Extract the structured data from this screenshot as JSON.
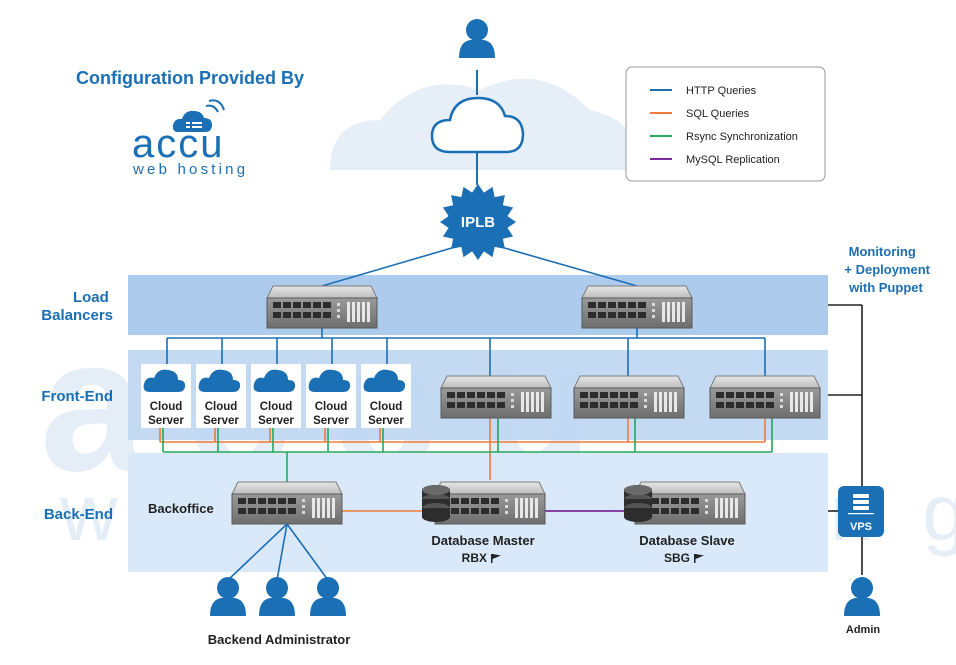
{
  "brand": {
    "heading": "Configuration Provided By",
    "logo_word": "accu",
    "logo_sub": "web hosting",
    "color": "#1b6fb5"
  },
  "legend": [
    {
      "label": "HTTP Queries",
      "color": "#1b6fb5"
    },
    {
      "label": "SQL Queries",
      "color": "#f07a3a"
    },
    {
      "label": "Rsync Synchronization",
      "color": "#23a85c"
    },
    {
      "label": "MySQL Replication",
      "color": "#7b2a9c"
    }
  ],
  "layers": {
    "load_balancers": "Load\nBalancers",
    "front_end": "Front-End",
    "back_end": "Back-End"
  },
  "nodes": {
    "iplb": "IPLB",
    "cloud_server": "Cloud\nServer",
    "backoffice": "Backoffice",
    "db_master": "Database Master",
    "db_master_loc": "RBX",
    "db_slave": "Database Slave",
    "db_slave_loc": "SBG",
    "vps": "VPS",
    "admin": "Admin",
    "backend_admin": "Backend Administrator",
    "monitoring": "Monitoring\n+ Deployment\nwith Puppet"
  },
  "colors": {
    "layer_band_dark": "#a9c9ec",
    "layer_band_light": "#d6e7f8",
    "accent": "#1b6fb5"
  }
}
